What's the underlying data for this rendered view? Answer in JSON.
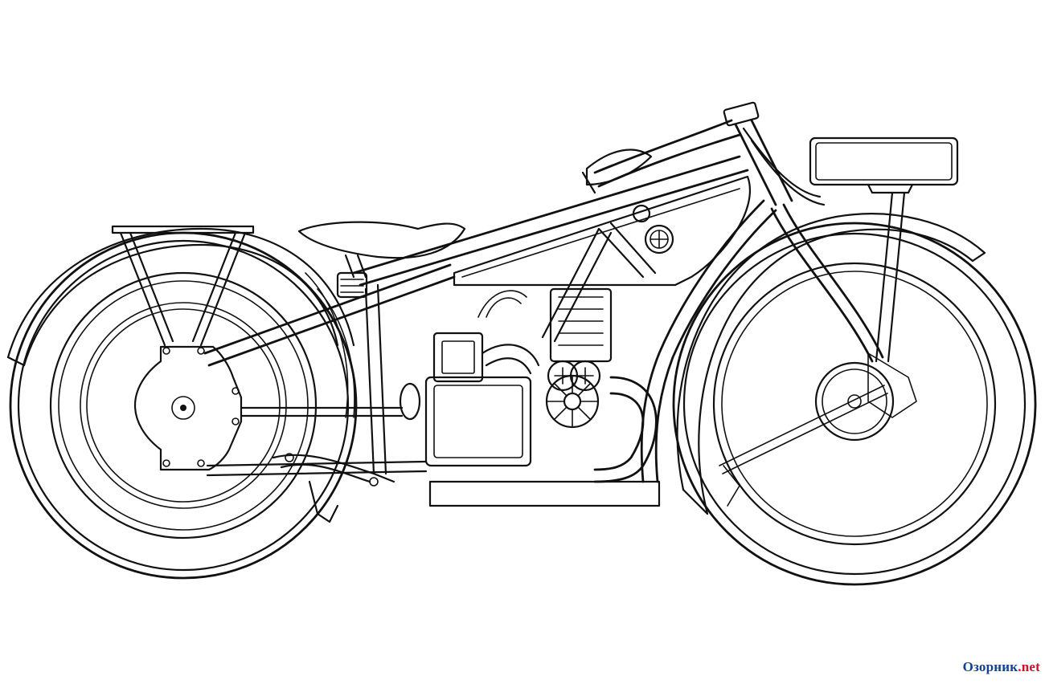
{
  "watermark": {
    "main": "Озорник",
    "tld": ".net",
    "colors": {
      "main": "#14418f",
      "tld": "#d0102a"
    }
  },
  "illustration": {
    "subject": "motorcycle-line-art",
    "stroke_color": "#111111",
    "background_color": "#ffffff"
  }
}
